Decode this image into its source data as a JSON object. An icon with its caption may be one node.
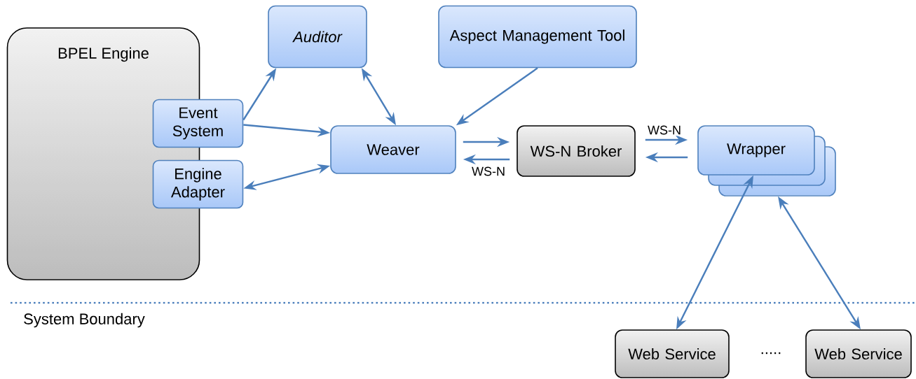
{
  "diagram": {
    "nodes": [
      {
        "text": [
          "BPEL Engine"
        ]
      },
      {
        "text": [
          "Auditor"
        ]
      },
      {
        "text": [
          "Aspect Management Tool"
        ]
      },
      {
        "text": [
          "Event System"
        ]
      },
      {
        "text": [
          "Weaver"
        ]
      },
      {
        "text": [
          "Engine Adapter"
        ]
      },
      {
        "text": [
          "WS-N Broker"
        ]
      },
      {
        "text": [
          "Wrapper"
        ]
      },
      {
        "text": [
          "Web Service"
        ]
      },
      {
        "text": [
          "Web Service"
        ]
      }
    ],
    "edges": [
      {
        "from": 3,
        "to": 1,
        "arrow": "to"
      },
      {
        "from": 1,
        "to": 4,
        "arrow": "both"
      },
      {
        "from": 2,
        "to": 4,
        "arrow": "to"
      },
      {
        "from": 3,
        "to": 4,
        "arrow": "to"
      },
      {
        "from": 5,
        "to": 4,
        "arrow": "both"
      },
      {
        "from": 4,
        "to": 6,
        "arrow": "to"
      },
      {
        "from": 6,
        "to": 4,
        "arrow": "to",
        "label": "WS-N"
      },
      {
        "from": 6,
        "to": 7,
        "arrow": "to",
        "label": "WS-N"
      },
      {
        "from": 7,
        "to": 6,
        "arrow": "to"
      },
      {
        "from": 7,
        "to": 8,
        "arrow": "both"
      },
      {
        "from": 7,
        "to": 9,
        "arrow": "both"
      }
    ],
    "labels": [
      "System Boundary",
      "....."
    ]
  }
}
